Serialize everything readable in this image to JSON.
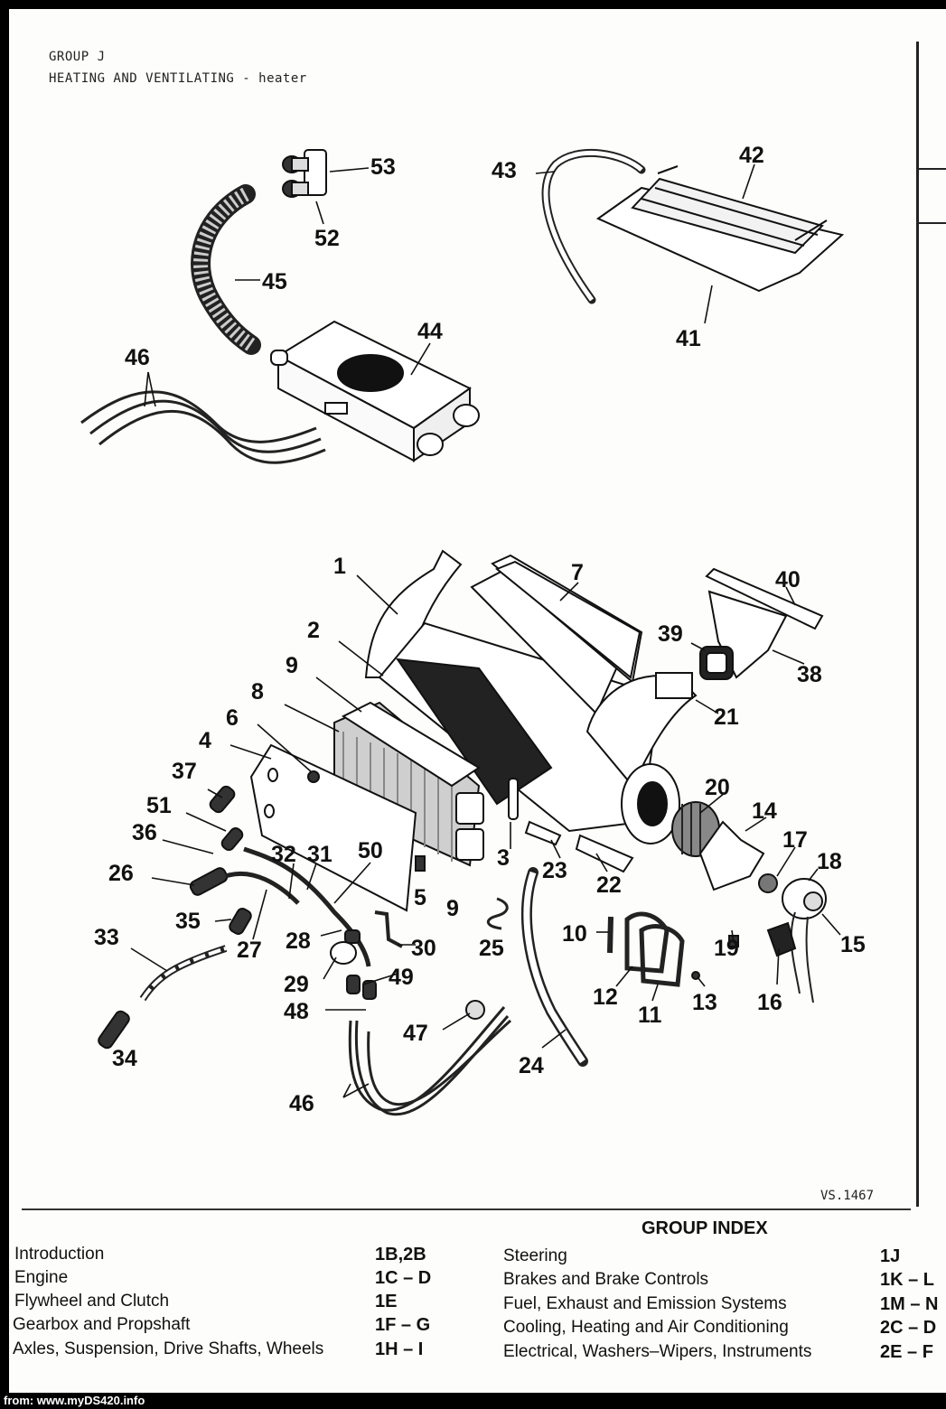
{
  "header": {
    "group": "GROUP J",
    "title": "HEATING AND VENTILATING - heater"
  },
  "reference": "VS.1467",
  "parts": {
    "p1": "1",
    "p2": "2",
    "p3": "3",
    "p4": "4",
    "p5": "5",
    "p6": "6",
    "p7": "7",
    "p8": "8",
    "p9a": "9",
    "p9b": "9",
    "p10": "10",
    "p11": "11",
    "p12": "12",
    "p13": "13",
    "p14": "14",
    "p15": "15",
    "p16": "16",
    "p17": "17",
    "p18": "18",
    "p19": "19",
    "p20": "20",
    "p21": "21",
    "p22": "22",
    "p23": "23",
    "p24": "24",
    "p25": "25",
    "p26": "26",
    "p27": "27",
    "p28": "28",
    "p29": "29",
    "p30": "30",
    "p31": "31",
    "p32": "32",
    "p33": "33",
    "p34": "34",
    "p35": "35",
    "p36": "36",
    "p37": "37",
    "p38": "38",
    "p39": "39",
    "p40": "40",
    "p41": "41",
    "p42": "42",
    "p43": "43",
    "p44": "44",
    "p45": "45",
    "p46a": "46",
    "p46b": "46",
    "p47": "47",
    "p48": "48",
    "p49": "49",
    "p50": "50",
    "p51": "51",
    "p52": "52",
    "p53": "53"
  },
  "group_index": {
    "title": "GROUP INDEX",
    "left": [
      {
        "label": "Introduction",
        "code": "1B,2B"
      },
      {
        "label": "Engine",
        "code": "1C – D"
      },
      {
        "label": "Flywheel and Clutch",
        "code": "1E"
      },
      {
        "label": "Gearbox and Propshaft",
        "code": "1F – G"
      },
      {
        "label": "Axles, Suspension, Drive Shafts, Wheels",
        "code": "1H – I"
      }
    ],
    "right": [
      {
        "label": "Steering",
        "code": "1J"
      },
      {
        "label": "Brakes and Brake Controls",
        "code": "1K – L"
      },
      {
        "label": "Fuel, Exhaust and Emission Systems",
        "code": "1M – N"
      },
      {
        "label": "Cooling, Heating and Air Conditioning",
        "code": "2C – D"
      },
      {
        "label": "Electrical, Washers–Wipers, Instruments",
        "code": "2E – F"
      }
    ]
  },
  "footer": "from: www.myDS420.info"
}
